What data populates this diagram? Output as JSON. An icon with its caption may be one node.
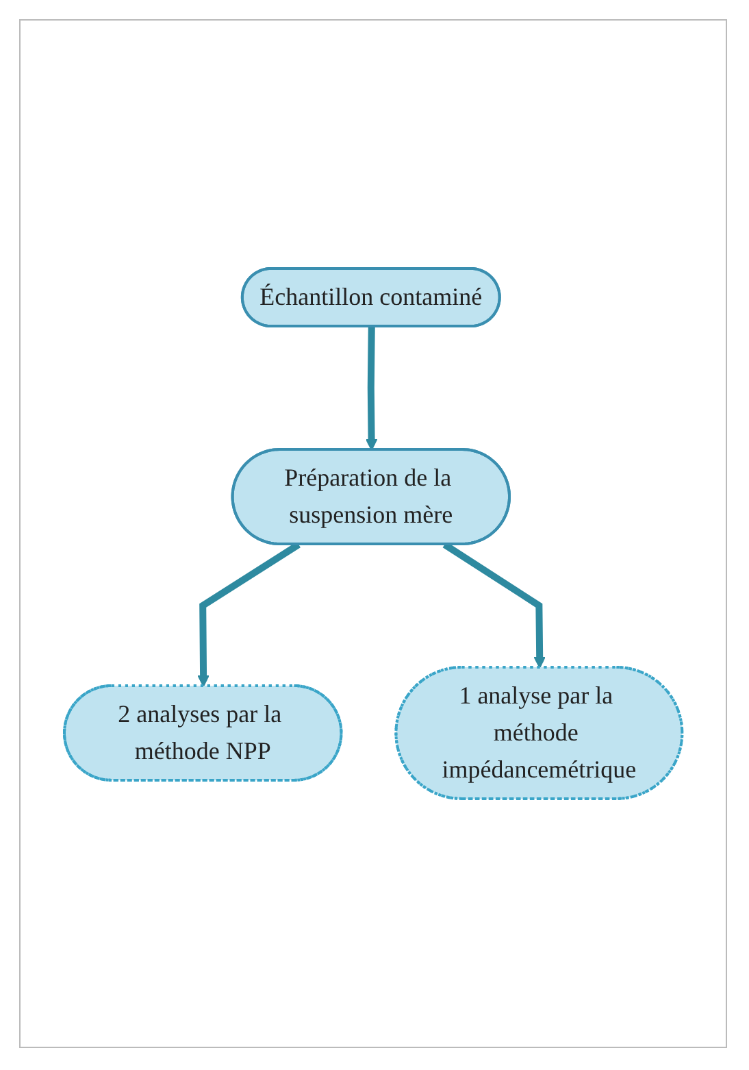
{
  "diagram": {
    "nodes": [
      {
        "text": [
          "Échantillon contaminé"
        ]
      },
      {
        "text": [
          "Préparation de la suspension mère"
        ]
      },
      {
        "text": [
          "2 analyses par la méthode NPP"
        ]
      },
      {
        "text": [
          "1 analyse par la méthode impédancemétrique"
        ]
      }
    ],
    "edges": [
      {
        "from": 0,
        "to": 1,
        "arrow": "to"
      },
      {
        "from": 1,
        "to": 2,
        "arrow": "to"
      },
      {
        "from": 1,
        "to": 3,
        "arrow": "to"
      }
    ]
  }
}
